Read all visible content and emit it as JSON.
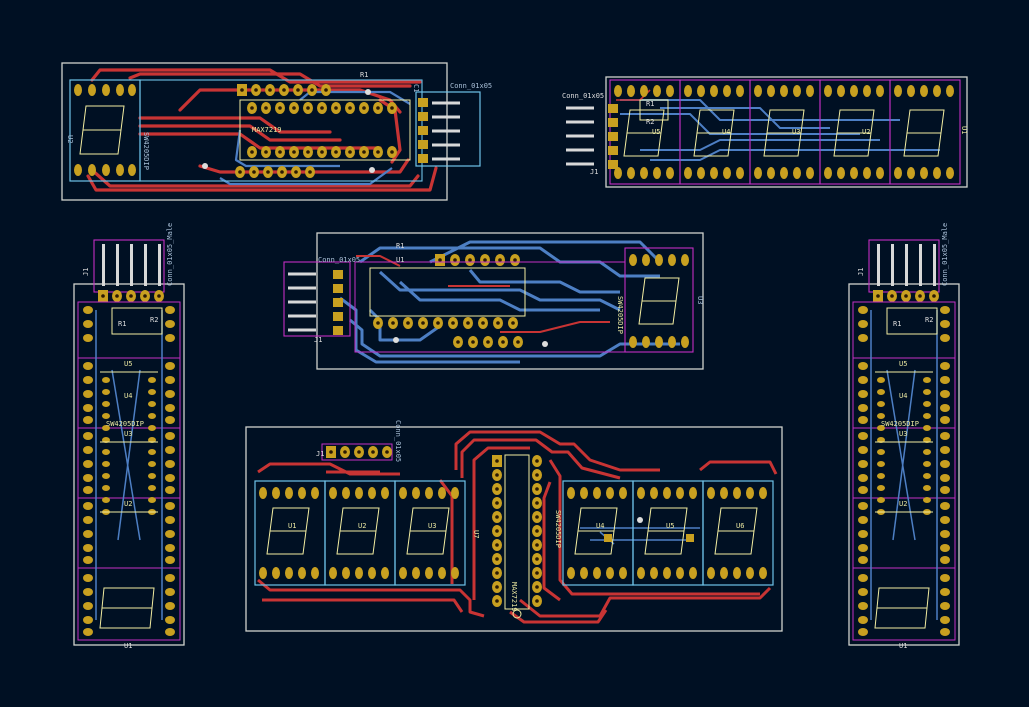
{
  "view": {
    "title": "PCB layout view",
    "colors": {
      "background": "#001023",
      "edge_cuts": "#d0d2cd",
      "front_copper": "#c83434",
      "back_copper": "#4d7fc4",
      "pad": "#c8a020",
      "silkscreen": "#f2eda1",
      "fab_outline": "#6fc3e8",
      "courtyard": "#c32fc3"
    }
  },
  "boards": [
    {
      "id": "board-top-left",
      "labels": {
        "u2": "U2",
        "sw_ref": "SW4205DIP",
        "r1": "R1",
        "c1": "C1",
        "max": "MAX7219",
        "conn": "Conn_01x05"
      }
    },
    {
      "id": "board-top-right",
      "labels": {
        "conn": "Conn_01x05",
        "r1": "R1",
        "r2": "R2",
        "u5": "U5",
        "u4": "U4",
        "u3": "U3",
        "u2": "U2",
        "u1": "U1",
        "j1": "J1"
      }
    },
    {
      "id": "board-middle",
      "labels": {
        "r1": "R1",
        "conn": "Conn_01x05",
        "j1": "J1",
        "sw": "SW4205DIP",
        "u3": "U3",
        "u1": "U1"
      }
    },
    {
      "id": "board-left-vertical",
      "labels": {
        "j1": "J1",
        "conn": "Conn_01x05_Male",
        "u5": "U5",
        "u4": "U4",
        "u3": "U3",
        "u2": "U2",
        "u1": "U1",
        "sw": "SW4205DIP",
        "r2": "R2",
        "r1": "R1"
      }
    },
    {
      "id": "board-right-vertical",
      "labels": {
        "j1": "J1",
        "conn": "Conn_01x05_Male",
        "u5": "U5",
        "u4": "U4",
        "u3": "U3",
        "u2": "U2",
        "u1": "U1",
        "sw": "SW4205DIP",
        "r2": "R2",
        "r1": "R1"
      }
    },
    {
      "id": "board-bottom",
      "labels": {
        "j1": "J1",
        "conn": "Conn_01x05",
        "u1": "U1",
        "u2": "U2",
        "u3": "U3",
        "u4": "U4",
        "u5": "U5",
        "u6": "U6",
        "u7": "U7",
        "max": "MAX7219",
        "sw": "SW4205DIP"
      }
    }
  ]
}
